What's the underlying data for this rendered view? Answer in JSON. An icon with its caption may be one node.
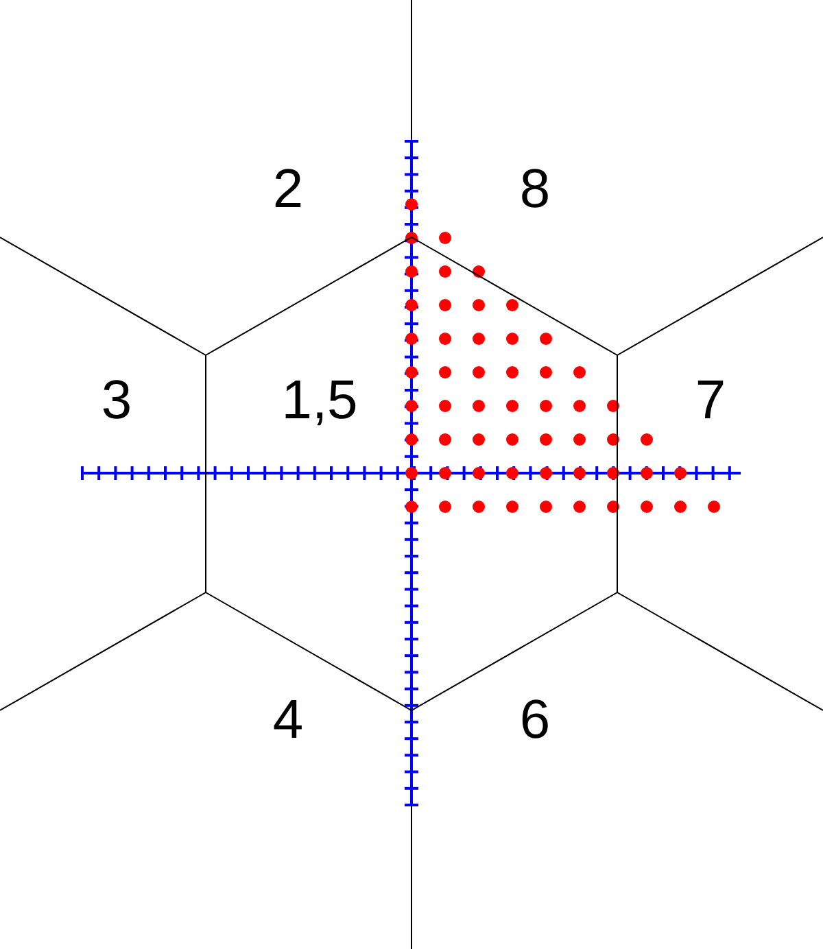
{
  "diagram": {
    "nodes": [
      {
        "text": [
          "1,5"
        ]
      }
    ],
    "labels": [
      "2",
      "8",
      "3",
      "7",
      "4",
      "6"
    ]
  }
}
